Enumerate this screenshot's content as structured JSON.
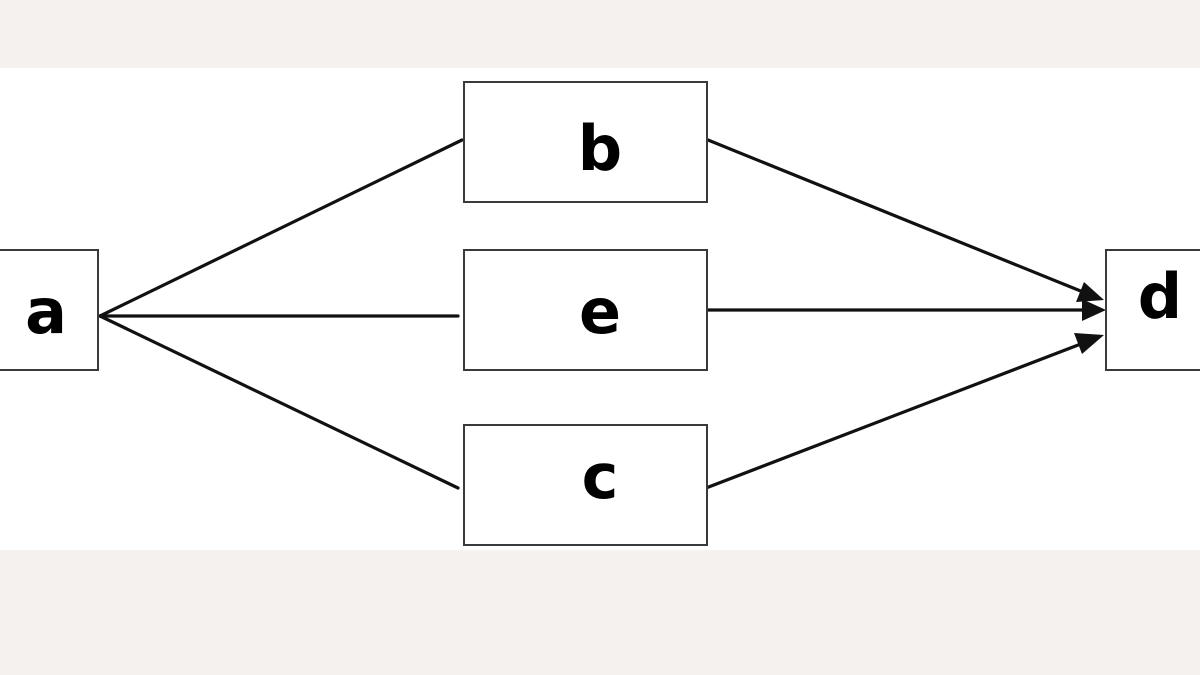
{
  "nodes": {
    "a": {
      "label": "a"
    },
    "b": {
      "label": "b"
    },
    "e": {
      "label": "e"
    },
    "c": {
      "label": "c"
    },
    "d": {
      "label": "d"
    }
  },
  "edges": [
    {
      "from": "a",
      "to": "b",
      "arrow": false
    },
    {
      "from": "a",
      "to": "e",
      "arrow": false
    },
    {
      "from": "a",
      "to": "c",
      "arrow": false
    },
    {
      "from": "b",
      "to": "d",
      "arrow": true
    },
    {
      "from": "e",
      "to": "d",
      "arrow": true
    },
    {
      "from": "c",
      "to": "d",
      "arrow": true
    }
  ],
  "colors": {
    "background": "#f5f1ee",
    "canvas": "#ffffff",
    "stroke": "#111111"
  }
}
